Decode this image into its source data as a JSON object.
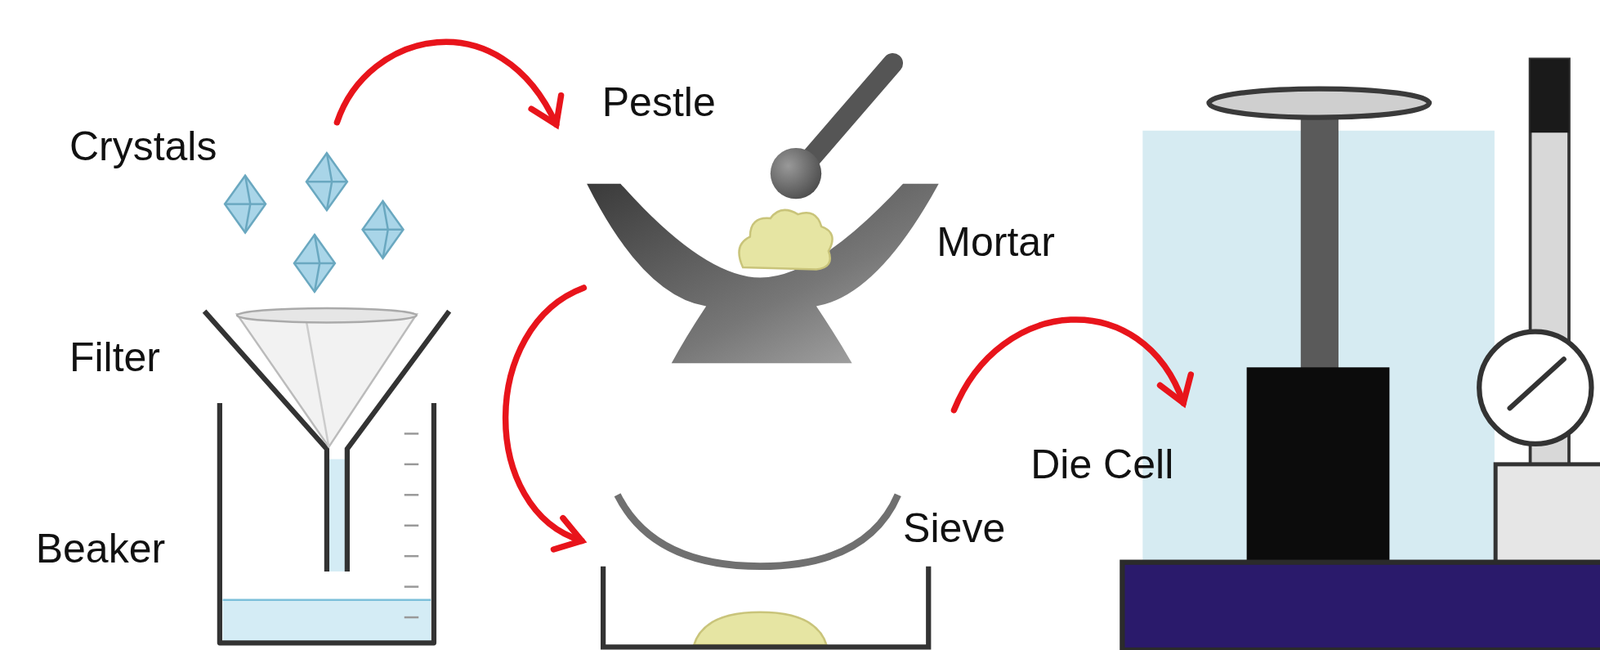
{
  "diagram": {
    "labels": [
      "Crystals",
      "Pestle",
      "Mortar",
      "Filter",
      "Die Cell",
      "Sieve",
      "Beaker"
    ]
  }
}
